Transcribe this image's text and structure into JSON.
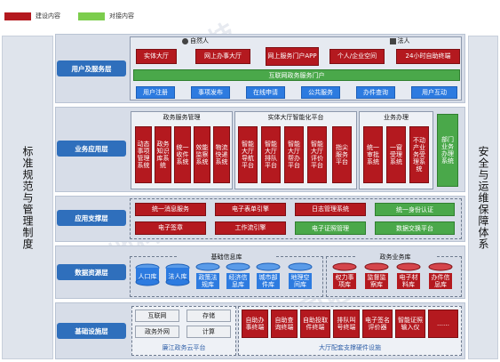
{
  "legend": [
    {
      "label": "建设内容",
      "color": "#b4191f"
    },
    {
      "label": "对接内容",
      "color": "#7ccd4d"
    }
  ],
  "left_side": "标准规范与管理制度",
  "right_side": "安全与运维保障体系",
  "watermark": "国地科技",
  "layers": {
    "user": {
      "label": "用户及服务层",
      "persons": [
        "自然人",
        "法人"
      ],
      "row1": [
        "实体大厅",
        "网上办事大厅",
        "网上服务门户APP",
        "个人/企业空间",
        "24小时自助终端"
      ],
      "portal": "互联网政务服务门户",
      "row2": [
        "用户注册",
        "事项发布",
        "在线申请",
        "公共服务",
        "办件查询",
        "用户互动"
      ]
    },
    "app": {
      "label": "业务应用层",
      "groups": [
        "政务服务管理",
        "实体大厅智能化平台",
        "业务办理"
      ],
      "gov": [
        "动态事项管理系统",
        "政务知识库系统",
        "统一收件系统",
        "效能监察系统",
        "物流快递系统"
      ],
      "hall": [
        "智能大厅导航平台",
        "智能大厅排队平台",
        "智能大厅帮办平台",
        "智能大厅评价平台",
        "指尖服务平台"
      ],
      "biz": [
        "统一审批系统",
        "一窗受理系统",
        "不动产业务受理系统"
      ],
      "dept": "部门业务办理系统"
    },
    "support": {
      "label": "应用支撑层",
      "row1": [
        "统一消息服务",
        "电子表单引擎",
        "日志管理系统",
        "统一身份认证"
      ],
      "row2": [
        "电子签章",
        "工作流引擎",
        "电子证照管理",
        "数据交换平台"
      ]
    },
    "data": {
      "label": "数据资源层",
      "basic_title": "基础信息库",
      "basic": [
        "人口库",
        "法人库",
        "政策法规库",
        "经济信息库",
        "城市部件库",
        "地理空间库"
      ],
      "gov_title": "政务业务库",
      "gov": [
        "权力事项库",
        "监督监察库",
        "电子材料库",
        "办件信息库"
      ]
    },
    "infra": {
      "label": "基础设施层",
      "left": [
        "互联网",
        "存储",
        "政务外网",
        "计算"
      ],
      "left_caption": "廉江政务云平台",
      "right": [
        "自助办事终端",
        "自助查询终端",
        "自助投取件终端",
        "排队叫号终端",
        "电子签名评价器",
        "智能证照输入仪",
        "……"
      ],
      "right_caption": "大厅配套支撑硬件设施"
    }
  }
}
